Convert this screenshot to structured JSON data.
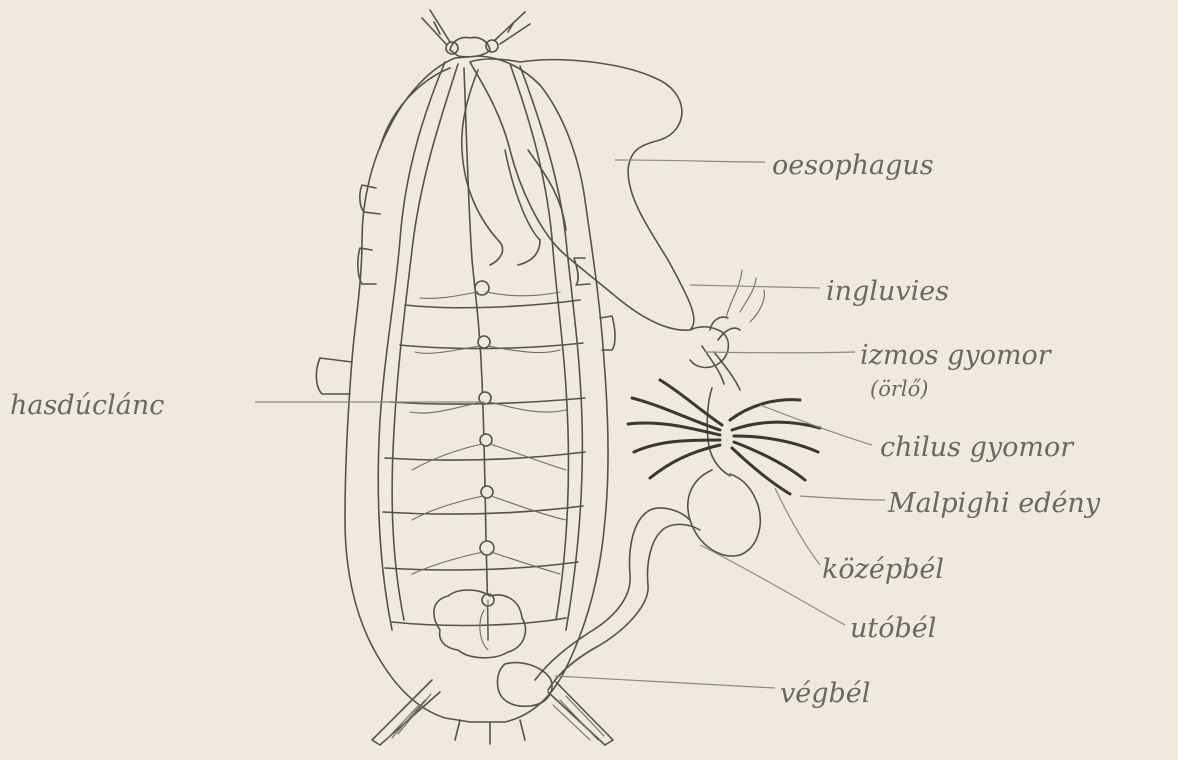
{
  "labels": {
    "oesophagus": "oesophagus",
    "ingluvies": "ingluvies",
    "izmos_gyomor": "izmos gyomor",
    "izmos_gyomor_sub": "(örlő)",
    "chilus_gyomor": "chilus gyomor",
    "malpighi": "Malpighi edény",
    "kozepbel": "középbél",
    "utobel": "utóbél",
    "vegbel": "végbél",
    "hasduclanc": "hasdúclánc"
  },
  "colors": {
    "paper": "#efeadb",
    "ink": "#55524e",
    "label_ink": "#6a6766",
    "leader": "#8d8a86"
  }
}
